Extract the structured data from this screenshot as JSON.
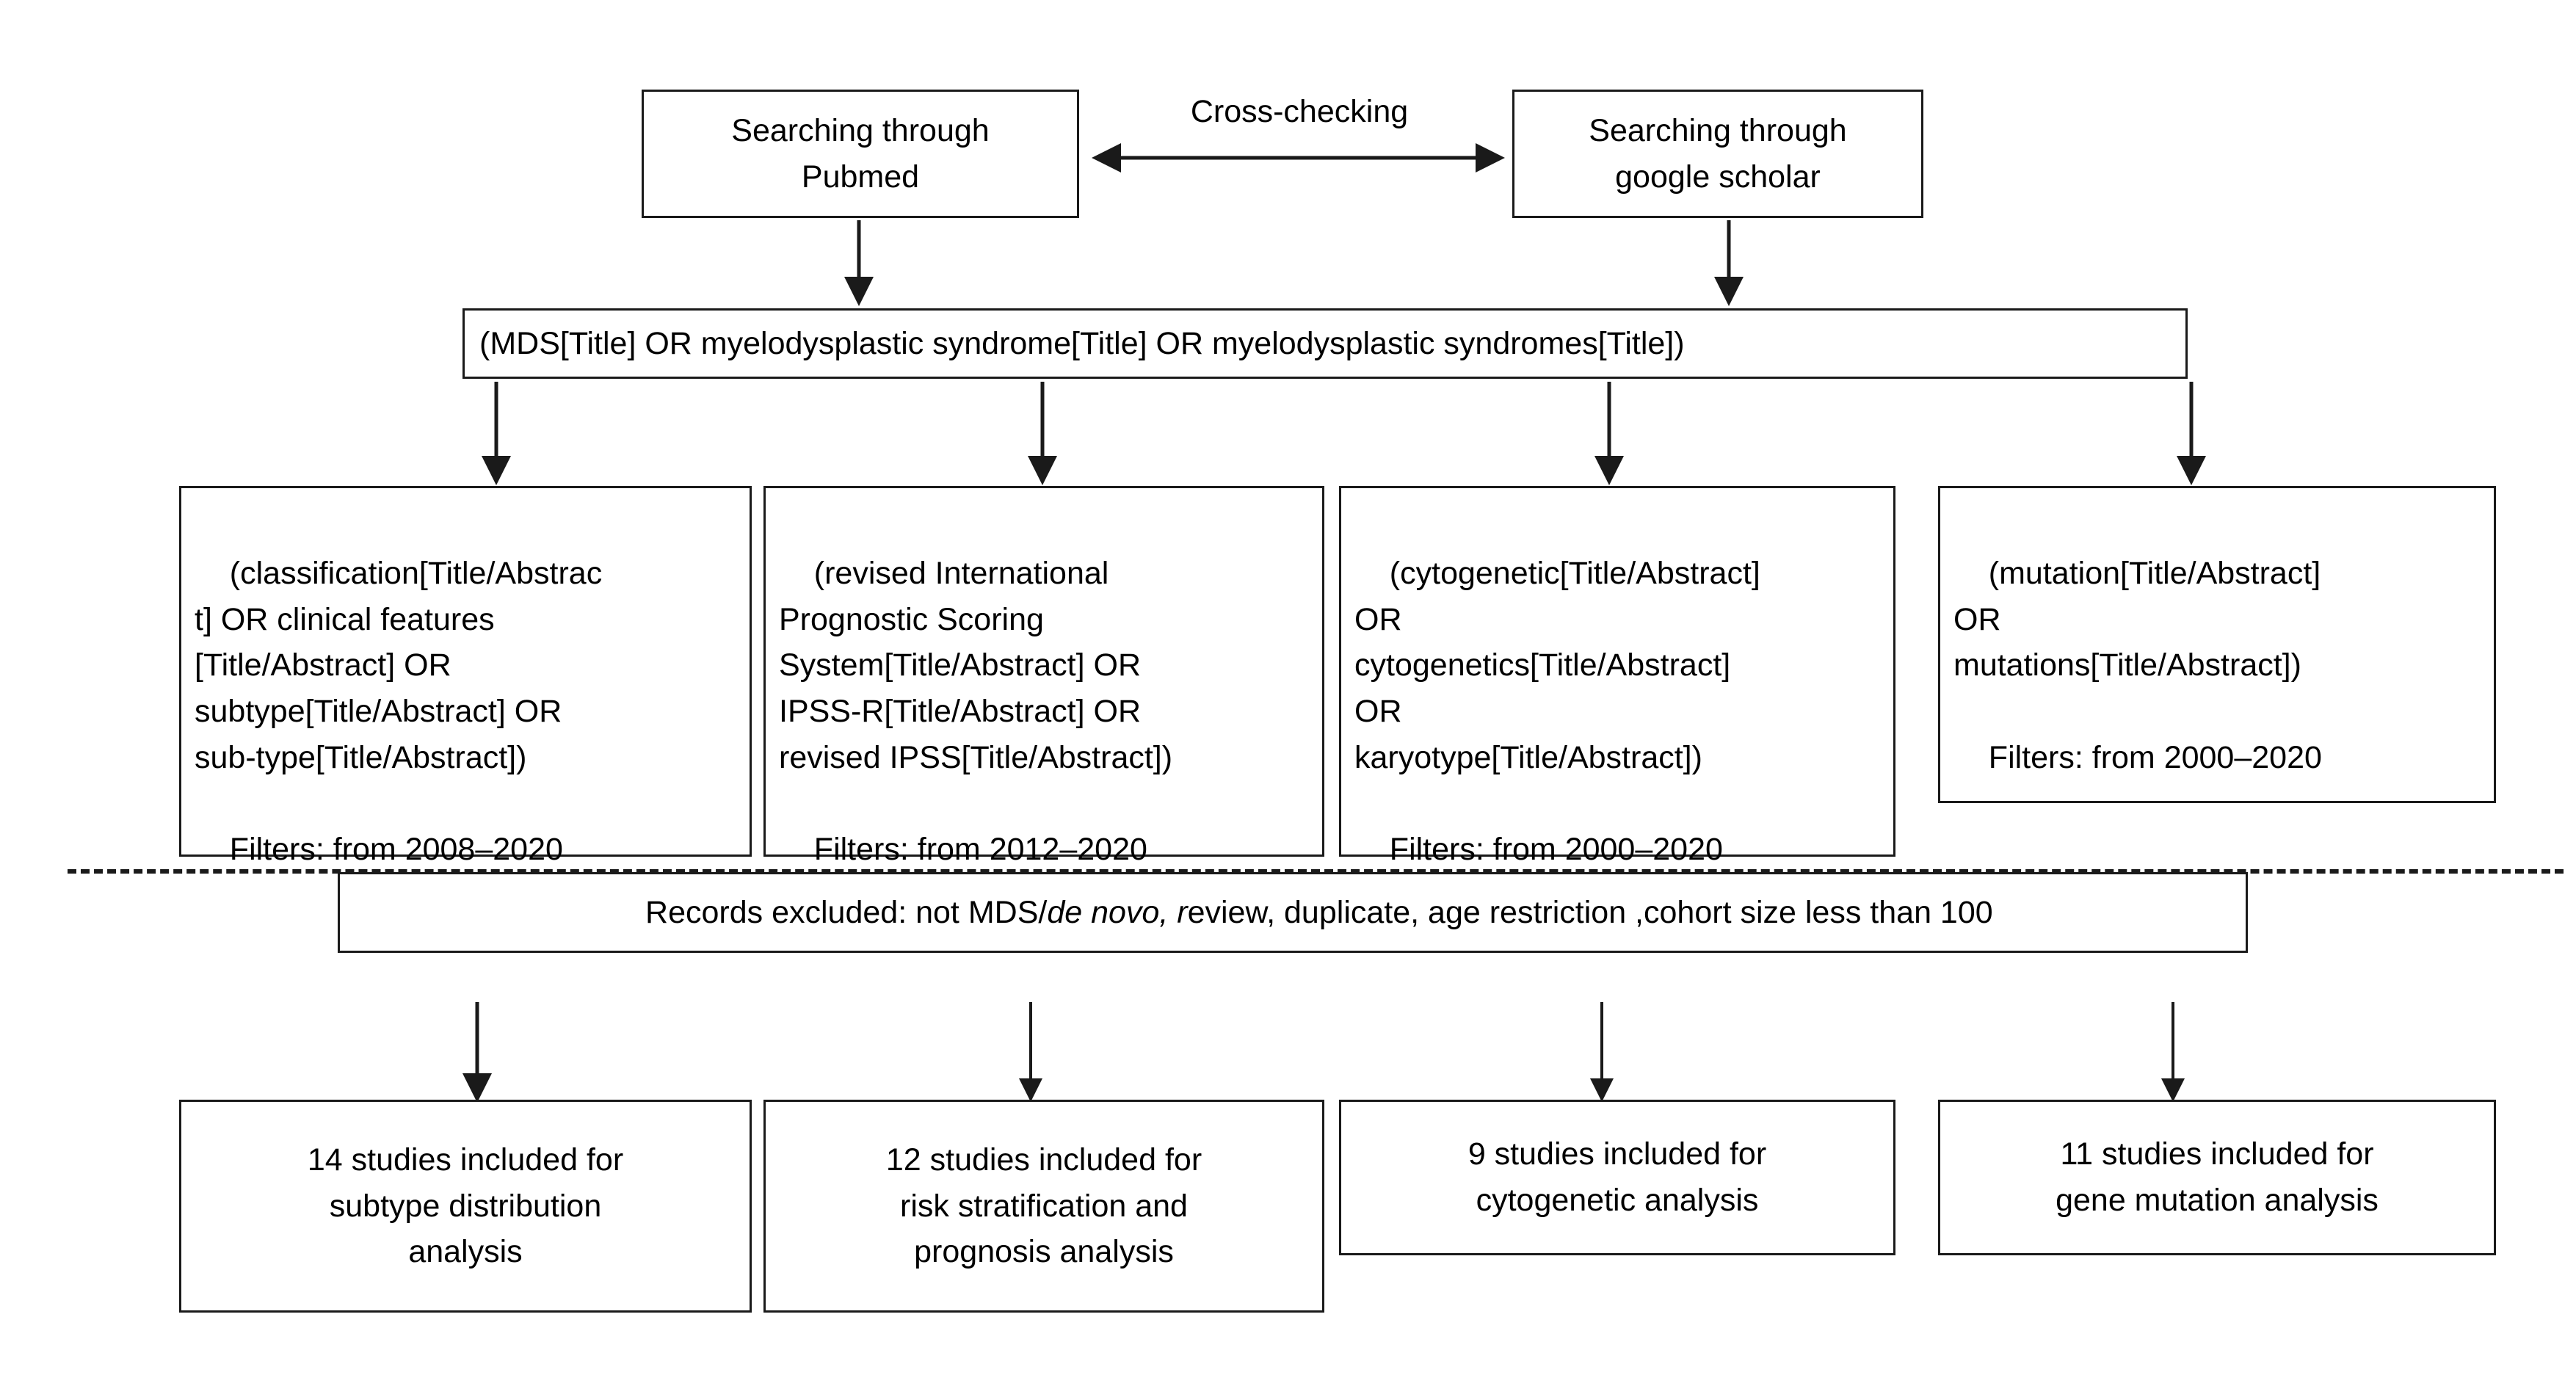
{
  "diagram": {
    "title_hidden": "MDS systematic literature search flowchart",
    "sources": {
      "left_source": "Searching through\nPubmed",
      "right_source": "Searching through\ngoogle scholar",
      "cross_check_label": "Cross-checking"
    },
    "base_query": "(MDS[Title] OR myelodysplastic syndrome[Title] OR myelodysplastic syndromes[Title])",
    "criteria_boxes": [
      {
        "id": "classification",
        "query": "(classification[Title/Abstrac\nt] OR clinical features\n[Title/Abstract] OR\nsubtype[Title/Abstract] OR\nsub-type[Title/Abstract])",
        "filters": "Filters: from 2008–2020"
      },
      {
        "id": "ipss-r",
        "query": "(revised International\nPrognostic Scoring\nSystem[Title/Abstract] OR\nIPSS-R[Title/Abstract] OR\nrevised IPSS[Title/Abstract])",
        "filters": "Filters: from 2012–2020"
      },
      {
        "id": "cytogenetic",
        "query": "(cytogenetic[Title/Abstract]\nOR\ncytogenetics[Title/Abstract]\nOR\nkaryotype[Title/Abstract])",
        "filters": "Filters: from 2000–2020"
      },
      {
        "id": "mutation",
        "query": "(mutation[Title/Abstract]\nOR\nmutations[Title/Abstract])",
        "filters": "Filters: from 2000–2020"
      }
    ],
    "excluded": {
      "prefix": "Records excluded: not MDS/",
      "italic_part": "de novo, r",
      "suffix": "eview, duplicate, age restriction ,cohort size less than 100"
    },
    "results_boxes": [
      {
        "id": "subtype",
        "text": "14 studies included for\nsubtype distribution\nanalysis"
      },
      {
        "id": "risk",
        "text": "12 studies included for\nrisk stratification and\nprognosis analysis"
      },
      {
        "id": "cytogenetic",
        "text": "9 studies included for\ncytogenetic analysis"
      },
      {
        "id": "mutation",
        "text": "11 studies included for\ngene mutation analysis"
      }
    ],
    "colors": {
      "stroke": "#1a1a1a",
      "text": "#000000",
      "background": "#ffffff"
    }
  }
}
